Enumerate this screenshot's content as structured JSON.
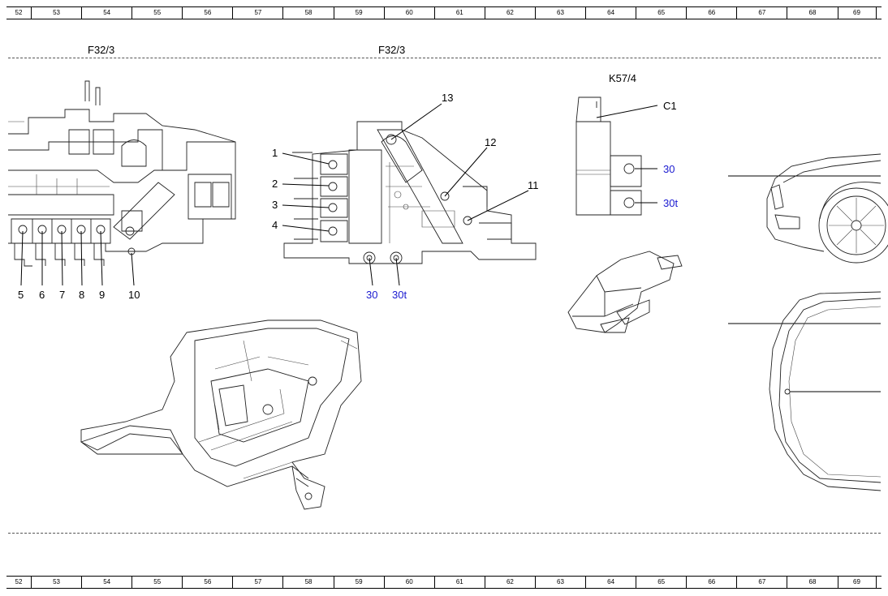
{
  "ruler": [
    "52",
    "53",
    "54",
    "55",
    "56",
    "57",
    "58",
    "59",
    "60",
    "61",
    "62",
    "63",
    "64",
    "65",
    "66",
    "67",
    "68",
    "69"
  ],
  "titles": {
    "left": "F32/3",
    "middle": "F32/3",
    "relay": "K57/4"
  },
  "left_fuse_numbers": [
    "5",
    "6",
    "7",
    "8",
    "9",
    "10"
  ],
  "middle_fuse_numbers": [
    "1",
    "2",
    "3",
    "4",
    "13",
    "12",
    "11"
  ],
  "middle_terminals": [
    "30",
    "30t"
  ],
  "relay_connector": "C1",
  "relay_terminals": [
    "30",
    "30t"
  ],
  "colors": {
    "terminal_label": "#1a1ad0",
    "line": "#000000"
  }
}
